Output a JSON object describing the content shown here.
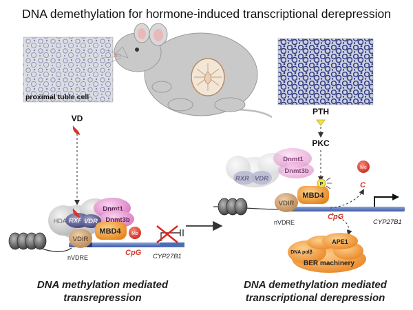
{
  "title": "DNA demethylation for hormone-induced transcriptional derepression",
  "micrograph_left_label": "proximal tuble cell",
  "left_panel": {
    "signal": "VD",
    "proteins": {
      "hdac2": "HDAC2",
      "rxr": "RXR",
      "vdr": "VDR",
      "dnmt1": "Dnmt1",
      "dnmt3b": "Dnmt3b",
      "mbd4": "MBD4",
      "vdir": "VDIR",
      "me": "Me"
    },
    "cpg": "CpG",
    "nvdre": "nVDRE",
    "gene": "CYP27B1",
    "caption_line1": "DNA methylation mediated",
    "caption_line2": "transrepression"
  },
  "right_panel": {
    "signal": "PTH",
    "kinase": "PKC",
    "proteins": {
      "dnmt1": "Dnmt1",
      "dnmt3b": "Dnmt3b",
      "rxr": "RXR",
      "vdr": "VDR",
      "mbd4": "MBD4",
      "vdir": "VDIR",
      "p": "P",
      "me": "Me",
      "c": "C"
    },
    "cpg": "CpG",
    "nvdre": "nVDRE",
    "gene": "CYP27B1",
    "ber": {
      "ape1": "APE1",
      "dna_pol": "DNA polβ",
      "machinery": "BER machinery"
    },
    "caption_line1": "DNA demethylation mediated",
    "caption_line2": "transcriptional derepression"
  },
  "colors": {
    "protein_pink": "#e48fcf",
    "protein_orange": "#f1942c",
    "protein_tan": "#cf9c6a",
    "methyl_red": "#d6362d",
    "dna_blue": "#4d6db3",
    "cpg_text": "#d33a2c",
    "mouse_gray": "#c8c8c8"
  }
}
